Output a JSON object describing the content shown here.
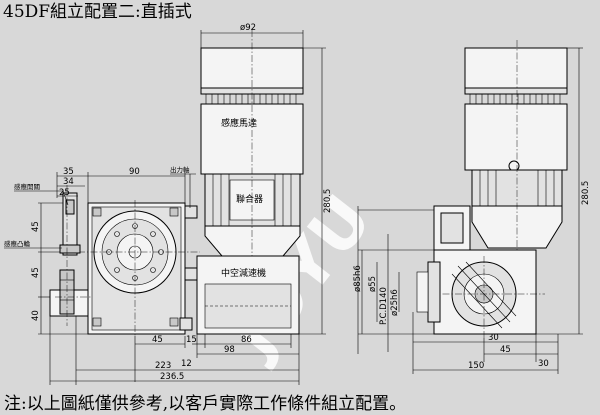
{
  "title": "45DF組立配置二:直插式",
  "note": "注:以上圖紙僅供參考,以客戶實際工作條件組立配置。",
  "watermark": "JOYU",
  "labels": {
    "motor": "感應馬達",
    "coupling": "聯合器",
    "reducer": "中空減速機",
    "sensor_switch": "感應開關",
    "sensor_cam": "感應凸輪",
    "output": "出力軸"
  },
  "dims": {
    "d92": "ø92",
    "d280_5_left": "280.5",
    "d280_5_right": "280.5",
    "d35": "35",
    "d34": "34",
    "d25": "25",
    "d90": "90",
    "d45a": "45",
    "d45b": "45",
    "d40": "40",
    "d15": "15",
    "d45c": "45",
    "d86": "86",
    "d98": "98",
    "d12": "12",
    "d223": "223",
    "d236_5": "236.5",
    "d85h6": "ø85h6",
    "d55": "ø55",
    "pcd140": "P.C.D140",
    "d25h6": "ø25h6",
    "d150": "150",
    "d45r": "45",
    "d30r": "30",
    "d30b": "30"
  }
}
